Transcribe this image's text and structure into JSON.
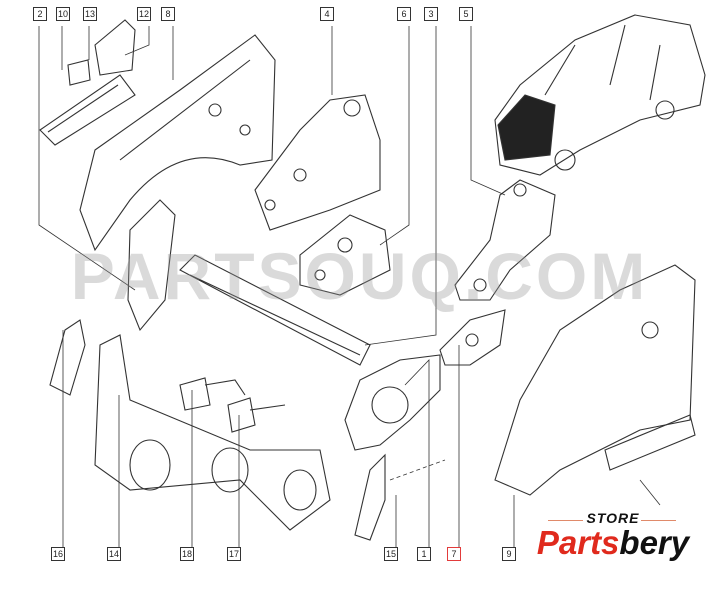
{
  "diagram": {
    "callouts_top": [
      "2",
      "10",
      "13",
      "12",
      "8",
      "4",
      "6",
      "3",
      "5"
    ],
    "callouts_bottom": [
      "16",
      "14",
      "18",
      "17",
      "15",
      "1",
      "7",
      "9"
    ],
    "selected_callout": "7",
    "selected_color": "#e23b3b"
  },
  "watermark": "PARTSOUQ.COM",
  "logo": {
    "store": "STORE",
    "brand_red": "Parts",
    "brand_black": "bery"
  }
}
